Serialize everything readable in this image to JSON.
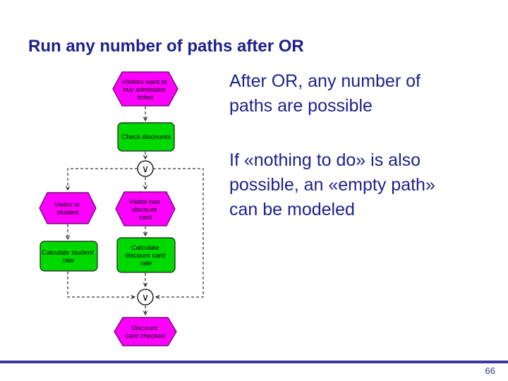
{
  "slide": {
    "title": "Run any number of paths after OR",
    "page_number": "66",
    "colors": {
      "title_text": "#1F1F8B",
      "body_text": "#1F1F8B",
      "event_fill": "#FF00FF",
      "event_border": "#5C005C",
      "function_fill": "#00D900",
      "function_border": "#1A1A1A",
      "connector_fill": "#FFFFFF",
      "connector_border": "#000000",
      "flow_line": "#000000",
      "footer_rule": "#3A3A9E"
    }
  },
  "notes": {
    "note1": {
      "lines": [
        "After OR, any number of",
        "paths are possible"
      ]
    },
    "note2": {
      "lines": [
        "If «nothing to do» is also",
        "possible, an «empty path»",
        "can be modeled"
      ]
    }
  },
  "diagram": {
    "events": {
      "visitors_want_ticket": {
        "lines": [
          "Visitors want to",
          "buy admission",
          "ticket"
        ]
      },
      "visitor_is_student": {
        "lines": [
          "Visitor is",
          "student"
        ]
      },
      "visitor_has_card": {
        "lines": [
          "Visitor has",
          "discount",
          "card"
        ]
      },
      "discount_card_checked": {
        "lines": [
          "Discount",
          "card checked"
        ]
      }
    },
    "functions": {
      "check_discounts": {
        "lines": [
          "Check discounts"
        ]
      },
      "calculate_student_rate": {
        "lines": [
          "Calculate student",
          "rate"
        ]
      },
      "calculate_discount_card_rate": {
        "lines": [
          "Calculate",
          "discount card",
          "rate"
        ]
      }
    },
    "connectors": {
      "or_symbol": "∨"
    }
  }
}
